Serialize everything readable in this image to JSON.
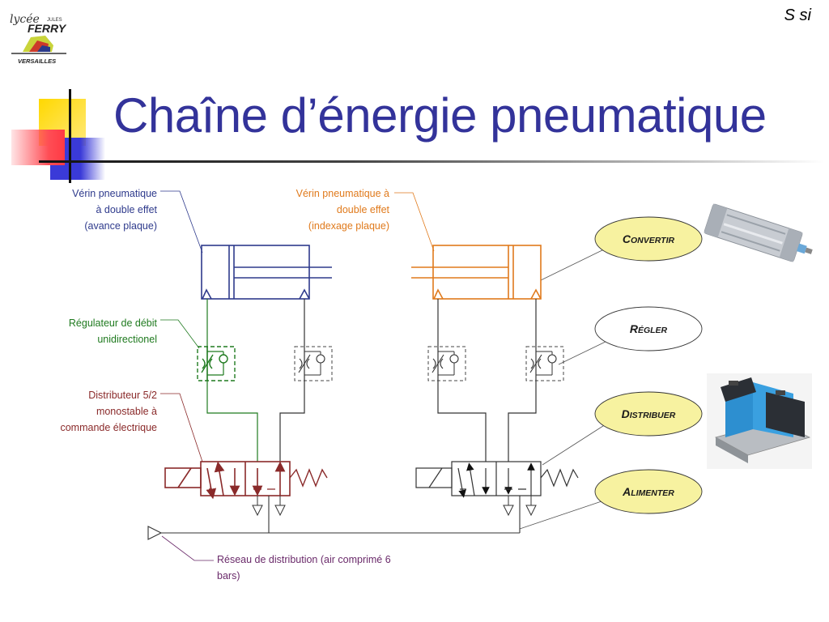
{
  "header": {
    "logo": {
      "line1": "lycée",
      "line2": "JULES",
      "line3": "FERRY",
      "line4": "VERSAILLES"
    },
    "tag": "S si",
    "title": "Chaîne d’énergie pneumatique"
  },
  "labels": {
    "verin_gauche": [
      "Vérin pneumatique",
      "à double effet",
      "(avance plaque)"
    ],
    "verin_droite": [
      "Vérin pneumatique à",
      "double effet",
      "(indexage plaque)"
    ],
    "regulateur": [
      "Régulateur de débit",
      "unidirectionel"
    ],
    "distributeur": [
      "Distributeur 5/2",
      "monostable à",
      "commande électrique"
    ],
    "reseau": [
      "Réseau de distribution (air comprimé 6",
      "bars)"
    ]
  },
  "functions": [
    {
      "id": "convertir",
      "first": "C",
      "rest": "ONVERTIR",
      "fill": "#f7f2a0"
    },
    {
      "id": "regler",
      "first": "R",
      "rest": "ÉGLER",
      "fill": "#ffffff"
    },
    {
      "id": "distribuer",
      "first": "D",
      "rest": "ISTRIBUER",
      "fill": "#f7f2a0"
    },
    {
      "id": "alimenter",
      "first": "A",
      "rest": "LIMENTER",
      "fill": "#f7f2a0"
    }
  ],
  "colors": {
    "title": "#33339a",
    "verin_gauche": "#2e3a8c",
    "verin_droite": "#e07a1c",
    "regulateur": "#1f7a1f",
    "distributeur": "#8a2a2a",
    "reseau": "#6a2a6a",
    "ellipse_yellow": "#f7f2a0"
  }
}
